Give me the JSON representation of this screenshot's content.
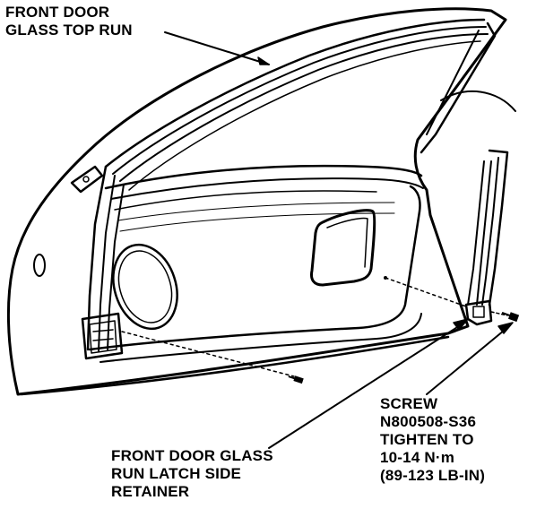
{
  "labels": {
    "top_run": [
      "FRONT DOOR",
      "GLASS TOP RUN"
    ],
    "latch_retainer": [
      "FRONT DOOR GLASS",
      "RUN LATCH SIDE",
      "RETAINER"
    ],
    "screw": [
      "SCREW",
      "N800508-S36",
      "TIGHTEN TO",
      "10-14 N·m",
      "(89-123 LB-IN)"
    ]
  },
  "colors": {
    "ink": "#000000",
    "paper": "#ffffff"
  },
  "icons": [
    "screw-icon",
    "retainer-bracket-icon"
  ]
}
